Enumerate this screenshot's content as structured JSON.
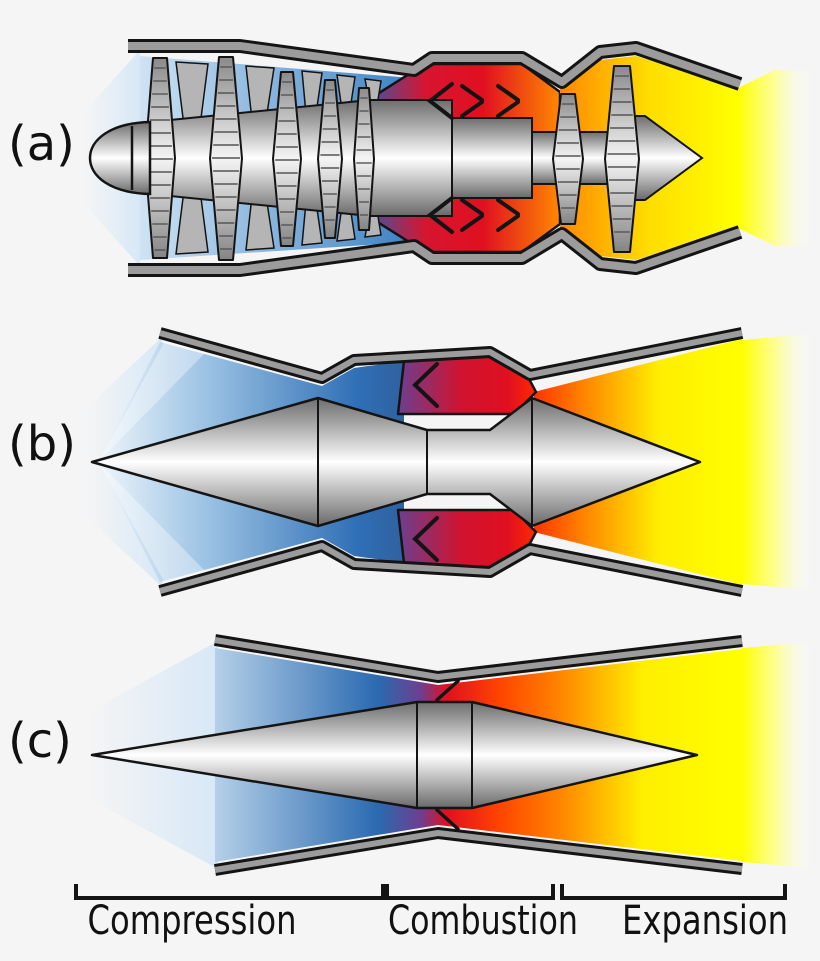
{
  "figure": {
    "engine_labels": [
      {
        "label": "(a)"
      },
      {
        "label": "(b)"
      },
      {
        "label": "(c)"
      }
    ],
    "stage_labels": [
      {
        "label": "Compression"
      },
      {
        "label": "Combustion"
      },
      {
        "label": "Expansion"
      }
    ]
  },
  "colors": {
    "background": "#f5f5f5",
    "outline": "#141414",
    "casing_gray": "#9c9c9c",
    "air_light_blue": "#d7e8f6",
    "air_blue": "#2f6fb5",
    "transition_purple": "#6c3f90",
    "combustion_red": "#e01020",
    "flame_orange": "#ff8800",
    "exhaust_yellow": "#ffff00",
    "label_black": "#111111"
  }
}
